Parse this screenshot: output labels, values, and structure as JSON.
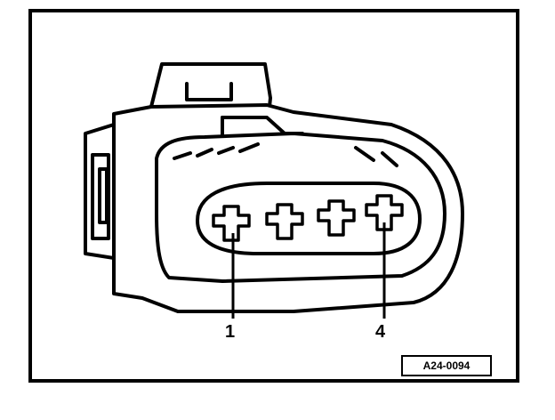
{
  "diagram": {
    "callouts": [
      "1",
      "4"
    ],
    "reference_code": "A24-0094"
  }
}
